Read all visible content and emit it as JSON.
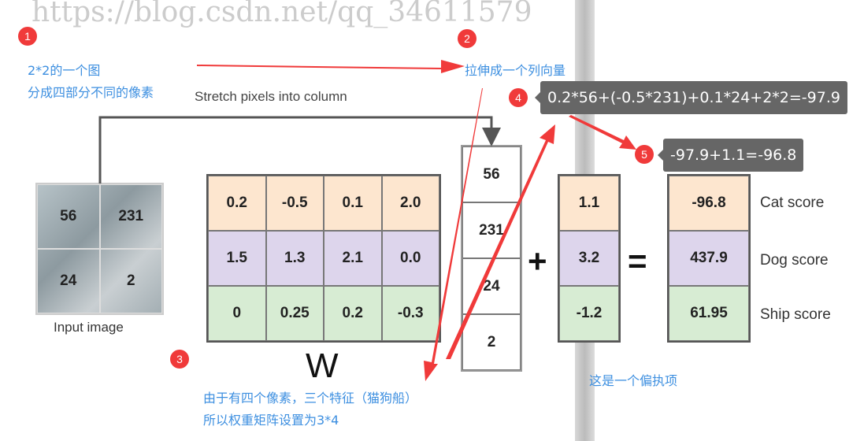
{
  "annotations": {
    "note1_line1": "2*2的一个图",
    "note1_line2": "分成四部分不同的像素",
    "note2": "拉伸成一个列向量",
    "note3_line1": "由于有四个像素，三个特征（猫狗船）",
    "note3_line2": "所以权重矩阵设置为3*4",
    "note_bias": "这是一个偏执项",
    "tooltip4": "0.2*56+(-0.5*231)+0.1*24+2*2=-97.9",
    "tooltip5": "-97.9+1.1=-96.8",
    "badges": [
      "1",
      "2",
      "3",
      "4",
      "5"
    ]
  },
  "diagram": {
    "stretch_label": "Stretch pixels into column",
    "input_label": "Input image",
    "input_pixels": [
      "56",
      "231",
      "24",
      "2"
    ],
    "W_label": "W",
    "W": [
      [
        "0.2",
        "-0.5",
        "0.1",
        "2.0"
      ],
      [
        "1.5",
        "1.3",
        "2.1",
        "0.0"
      ],
      [
        "0",
        "0.25",
        "0.2",
        "-0.3"
      ]
    ],
    "x": [
      "56",
      "231",
      "24",
      "2"
    ],
    "plus": "+",
    "equals": "=",
    "b": [
      "1.1",
      "3.2",
      "-1.2"
    ],
    "scores": [
      "-96.8",
      "437.9",
      "61.95"
    ],
    "score_labels": [
      "Cat score",
      "Dog score",
      "Ship score"
    ],
    "row_colors": [
      "#fde6cf",
      "#ddd5ec",
      "#d7ecd3"
    ]
  },
  "watermark": "https://blog.csdn.net/qq_34611579",
  "colors": {
    "annotation_blue": "#3d8fe0",
    "arrow_red": "#f03a3a",
    "tooltip_bg": "#666666"
  }
}
